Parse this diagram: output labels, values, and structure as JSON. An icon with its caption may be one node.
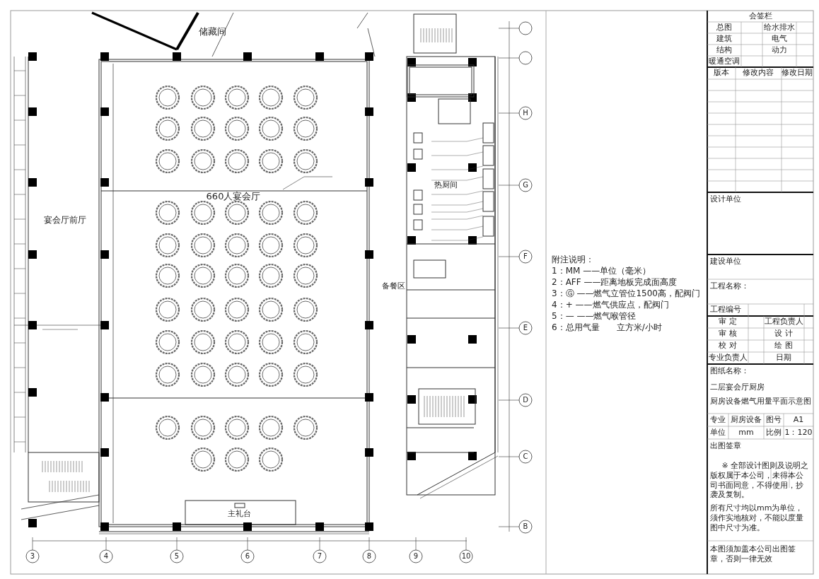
{
  "diagram": {
    "labels": [
      "储藏间",
      "660人宴会厅",
      "宴会厅前厅",
      "主礼台",
      "备餐区",
      "热厨间",
      "3",
      "4",
      "5",
      "6",
      "7",
      "8",
      "9",
      "10",
      "B",
      "C",
      "D",
      "E",
      "F",
      "G",
      "H",
      "附注说明：",
      "1：MM ——单位（毫米）",
      "2：AFF ——距离地板完成面高度",
      "3：Ⓖ ——燃气立管位1500高，配阀门",
      "4：+ ——燃气供应点，配阀门",
      "5：— ——燃气喉管径",
      "6：总用气量　　立方米/小时",
      "会签栏",
      "总图",
      "给水排水",
      "建筑",
      "电气",
      "结构",
      "动力",
      "暖通空调",
      "版本",
      "修改内容",
      "修改日期",
      "设计单位",
      "建设单位",
      "工程名称：",
      "工程编号",
      "审 定",
      "工程负责人",
      "审 核",
      "设 计",
      "校 对",
      "绘 图",
      "专业负责人",
      "日期",
      "图纸名称：",
      "二层宴会厅厨房",
      "厨房设备燃气用量平面示意图",
      "专业",
      "厨房设备",
      "图号",
      "A1",
      "单位",
      "mm",
      "比例",
      "1：120",
      "出图签章",
      "※ 全部设计图则及说明之版权属于本公司，未得本公司书面同意，不得使用，抄袭及复制。",
      "所有尺寸均以mm为单位，须作实地核对，不能以度量图中尺寸为准。",
      "本图须加盖本公司出图签章，否则一律无效"
    ]
  }
}
